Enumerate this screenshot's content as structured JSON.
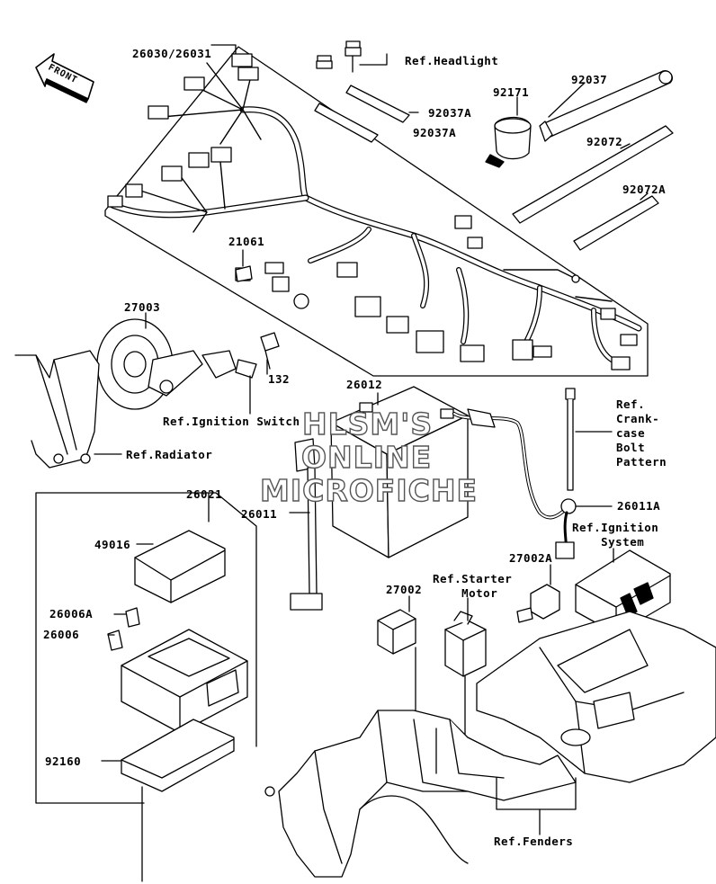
{
  "labels": {
    "harness": "26030/26031",
    "ref_headlight": "Ref.Headlight",
    "p92037A_a": "92037A",
    "p92037A_b": "92037A",
    "p92171": "92171",
    "p92037": "92037",
    "p92072": "92072",
    "p92072A": "92072A",
    "p21061": "21061",
    "p27003": "27003",
    "p132": "132",
    "ref_ignition_switch": "Ref.Ignition Switch",
    "ref_radiator": "Ref.Radiator",
    "p26012": "26012",
    "ref_crankcase": "Ref.\nCrank-\ncase\nBolt\nPattern",
    "p26021": "26021",
    "p26011": "26011",
    "p26011A": "26011A",
    "ref_ignition_system": "Ref.Ignition\n    System",
    "p49016": "49016",
    "p27002A": "27002A",
    "ref_starter_motor": "Ref.Starter\n    Motor",
    "p27002": "27002",
    "p26006A": "26006A",
    "p26006": "26006",
    "p92160": "92160",
    "ref_fenders": "Ref.Fenders",
    "front": "FRONT"
  },
  "watermark": {
    "line1": "HLSM'S",
    "line2": "ONLINE",
    "line3": "MICROFICHE"
  }
}
